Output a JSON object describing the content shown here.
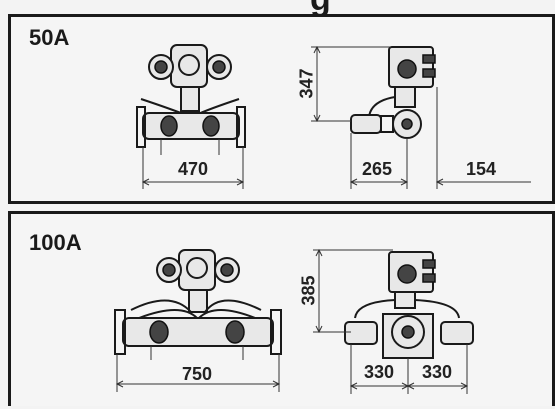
{
  "top_caption": "g",
  "panels": [
    {
      "title": "50A",
      "dims": {
        "width": "470",
        "height": "347",
        "side_left": "265",
        "side_right": "154"
      }
    },
    {
      "title": "100A",
      "dims": {
        "width": "750",
        "height": "385",
        "side_left": "330",
        "side_right": "330"
      }
    }
  ]
}
